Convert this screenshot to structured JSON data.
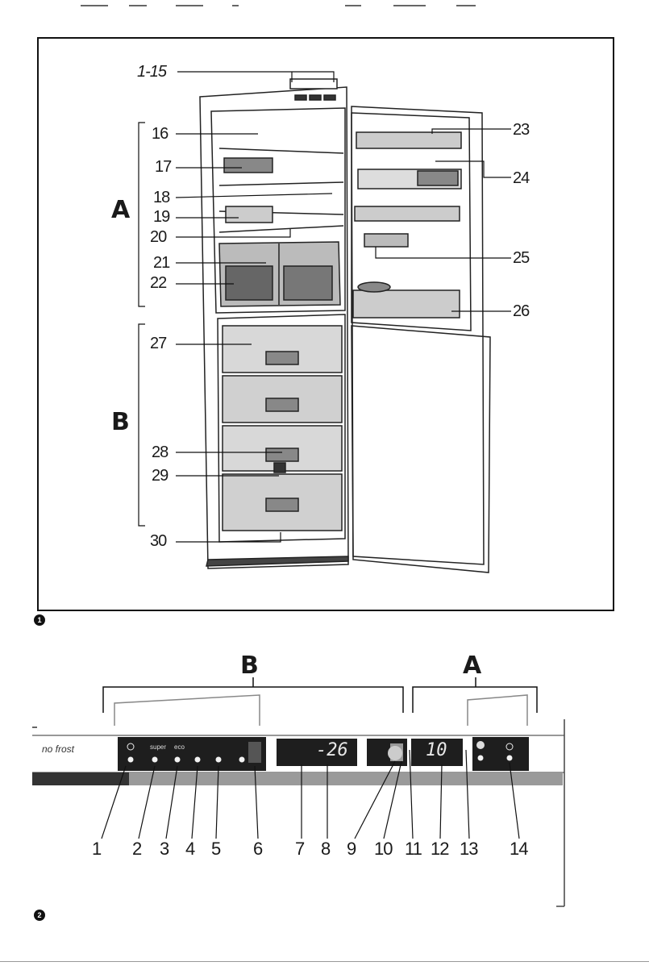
{
  "figure1": {
    "number": "1",
    "label_range": "1-15",
    "zone_a": "A",
    "zone_b": "B",
    "left_labels": [
      "16",
      "17",
      "18",
      "19",
      "20",
      "21",
      "22",
      "27",
      "28",
      "29",
      "30"
    ],
    "right_labels": [
      "23",
      "24",
      "25",
      "26"
    ]
  },
  "figure2": {
    "number": "2",
    "zone_b": "B",
    "zone_a": "A",
    "no_frost_label": "no frost",
    "panel_labels": {
      "super": "super",
      "eco": "eco"
    },
    "freezer_display": "-26",
    "fridge_display": "10",
    "callouts": [
      "1",
      "2",
      "3",
      "4",
      "5",
      "6",
      "7",
      "8",
      "9",
      "10",
      "11",
      "12",
      "13",
      "14"
    ]
  },
  "colors": {
    "ink": "#111111",
    "panel": "#1e1e1e",
    "paper": "#ffffff"
  }
}
